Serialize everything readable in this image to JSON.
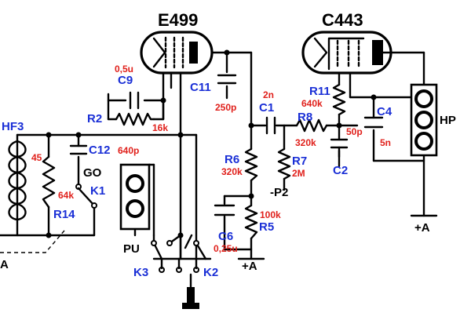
{
  "tubes": {
    "t1": "E499",
    "t2": "C443"
  },
  "labels": {
    "HF3": "HF3",
    "val_45": "45",
    "C12": "C12",
    "val_640p": "640p",
    "GO": "GO",
    "K1": "K1",
    "val_64k": "64k",
    "R14": "R14",
    "R2": "R2",
    "val_16k": "16k",
    "val_05u": "0,5u",
    "C9": "C9",
    "C11": "C11",
    "val_250p": "250p",
    "val_2n": "2n",
    "C1": "C1",
    "R11": "R11",
    "val_640k": "640k",
    "R8": "R8",
    "val_320k_r8": "320k",
    "val_50p": "50p",
    "C2": "C2",
    "C4": "C4",
    "val_5n": "5n",
    "HP": "HP",
    "R6": "R6",
    "val_320k_r6": "320k",
    "R7": "R7",
    "val_2M": "2M",
    "P2": "-P2",
    "val_100k": "100k",
    "R5": "R5",
    "C6": "C6",
    "val_025u": "0,25u",
    "PU": "PU",
    "K3": "K3",
    "K2": "K2",
    "plusA_mid": "+A",
    "plusA_right": "+A",
    "A_left": "A"
  },
  "colors": {
    "component_label": "#1a2fd6",
    "value_label": "#e0201b",
    "wire": "#000000"
  }
}
